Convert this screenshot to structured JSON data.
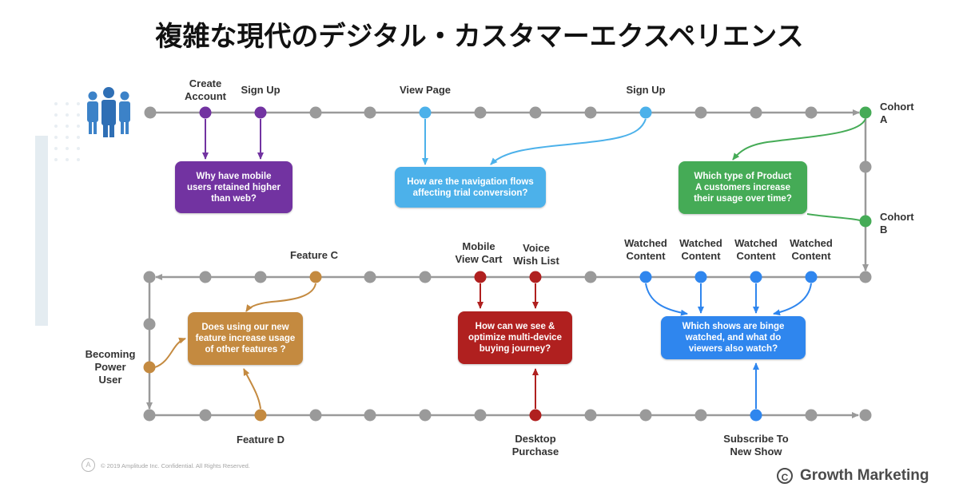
{
  "title": "複雑な現代のデジタル・カスタマーエクスペリエンス",
  "colors": {
    "gray": "#9a9a9a",
    "purple": "#7233a1",
    "light_blue": "#4cb1ea",
    "green": "#45ab56",
    "brown": "#c48a40",
    "red": "#b0201f",
    "blue": "#2f86ee"
  },
  "icons": {
    "users": "users-icon",
    "amplitude": "amplitude-logo-icon",
    "growth": "growth-marketing-logo-icon"
  },
  "labels": {
    "create_account": "Create\nAccount",
    "sign_up_1": "Sign Up",
    "view_page": "View Page",
    "sign_up_2": "Sign Up",
    "cohort_a": "Cohort\nA",
    "cohort_b": "Cohort\nB",
    "feature_c": "Feature C",
    "mobile_view_cart": "Mobile\nView Cart",
    "voice_wish_list": "Voice\nWish List",
    "watched_1": "Watched\nContent",
    "watched_2": "Watched\nContent",
    "watched_3": "Watched\nContent",
    "watched_4": "Watched\nContent",
    "becoming_power_user": "Becoming\nPower\nUser",
    "feature_d": "Feature D",
    "desktop_purchase": "Desktop\nPurchase",
    "subscribe_new_show": "Subscribe To\nNew Show"
  },
  "boxes": {
    "mobile_retention": "Why have mobile\nusers retained higher\nthan web?",
    "navigation_flows": "How are the navigation flows\naffecting trial conversion?",
    "product_a_usage": "Which type of Product\nA customers increase\ntheir usage over time?",
    "new_feature": "Does using our new\nfeature increase usage\nof other features ?",
    "multi_device": "How can we see &\noptimize multi-device\nbuying journey?",
    "binge_watched": "Which shows are binge\nwatched, and what do\nviewers also watch?"
  },
  "footer": {
    "copyright": "© 2019 Amplitude Inc.  Confidential.  All Rights Reserved.",
    "brand": "Growth Marketing"
  }
}
